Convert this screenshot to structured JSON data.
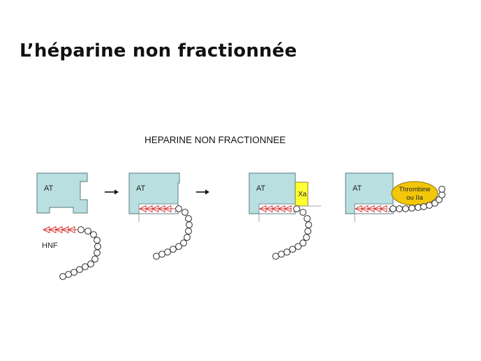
{
  "slide": {
    "title": "L’héparine non fractionnée"
  },
  "diagram": {
    "title": "HEPARINE NON FRACTIONNEE",
    "at_label": "AT",
    "hnf_label": "HNF",
    "xa_label": "Xa",
    "thrombine_line1": "Thrombine",
    "thrombine_line2": "ou IIa",
    "binding_mark": "X",
    "colors": {
      "at_fill": "#b9dfe0",
      "at_stroke": "#6f8f94",
      "pentasaccharide": "#d43a3a",
      "xa_fill": "#ffff33",
      "thrombine_fill": "#f2c70a",
      "chain_stroke": "#2a2a2a"
    },
    "steps": [
      "step-1-free",
      "step-2-bound",
      "step-3-xa",
      "step-4-thrombine"
    ]
  }
}
